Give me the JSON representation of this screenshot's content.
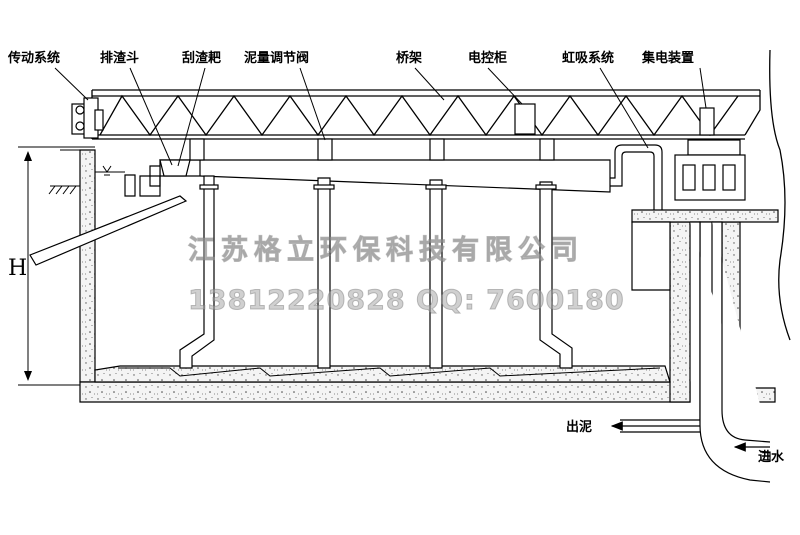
{
  "labels": {
    "drive": "传动系统",
    "scum_hopper": "排渣斗",
    "scraper": "刮渣耙",
    "sludge_valve": "泥量调节阀",
    "bridge": "桥架",
    "control_cabinet": "电控柜",
    "siphon": "虹吸系统",
    "collector": "集电装置",
    "sludge_out": "出泥",
    "water_in": "进水",
    "height": "H"
  },
  "watermark": {
    "company": "江苏格立环保科技有限公司",
    "contact": "13812220828  QQ: 7600180"
  },
  "colors": {
    "line": "#000000",
    "concrete_fill": "#f2f2f2",
    "watermark": "#aaaaaa"
  }
}
